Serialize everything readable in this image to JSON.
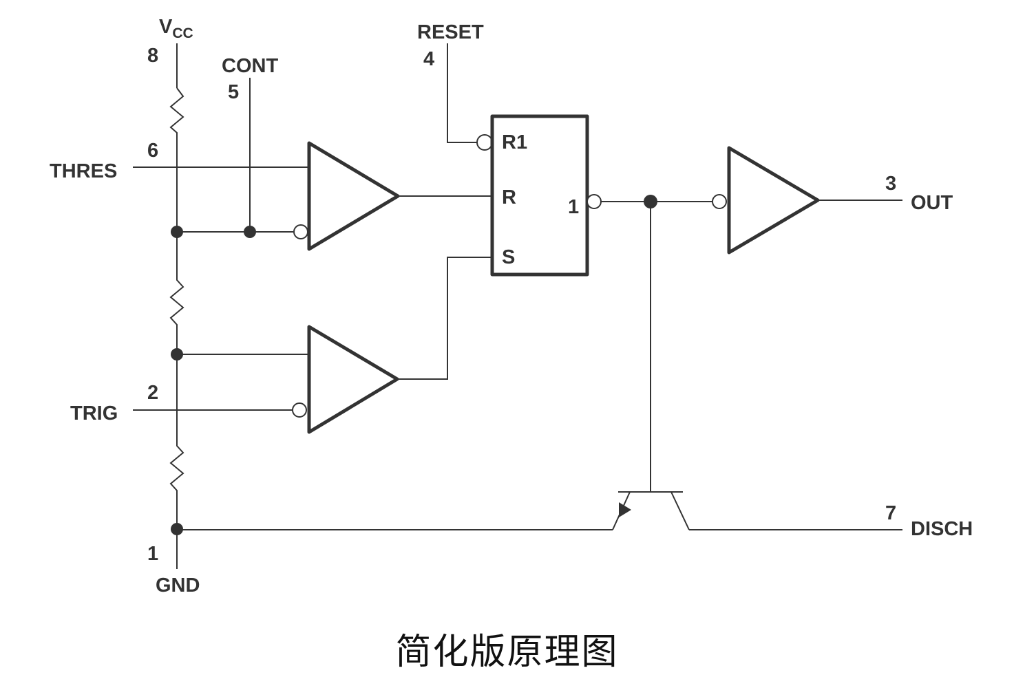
{
  "diagram": {
    "title": "简化版原理图",
    "line_color": "#333333",
    "pins": {
      "vcc": {
        "name": "V",
        "subscript": "CC",
        "number": "8"
      },
      "cont": {
        "name": "CONT",
        "number": "5"
      },
      "reset": {
        "name": "RESET",
        "number": "4"
      },
      "thres": {
        "name": "THRES",
        "number": "6"
      },
      "trig": {
        "name": "TRIG",
        "number": "2"
      },
      "gnd": {
        "name": "GND",
        "number": "1"
      },
      "out": {
        "name": "OUT",
        "number": "3"
      },
      "disch": {
        "name": "DISCH",
        "number": "7"
      }
    },
    "flipflop": {
      "inputs": [
        "R1",
        "R",
        "S"
      ],
      "output_label": "1"
    },
    "components": [
      "resistor-divider (3 resistors)",
      "threshold comparator",
      "trigger comparator",
      "RS flip-flop",
      "output inverter buffer",
      "discharge NPN transistor"
    ]
  }
}
